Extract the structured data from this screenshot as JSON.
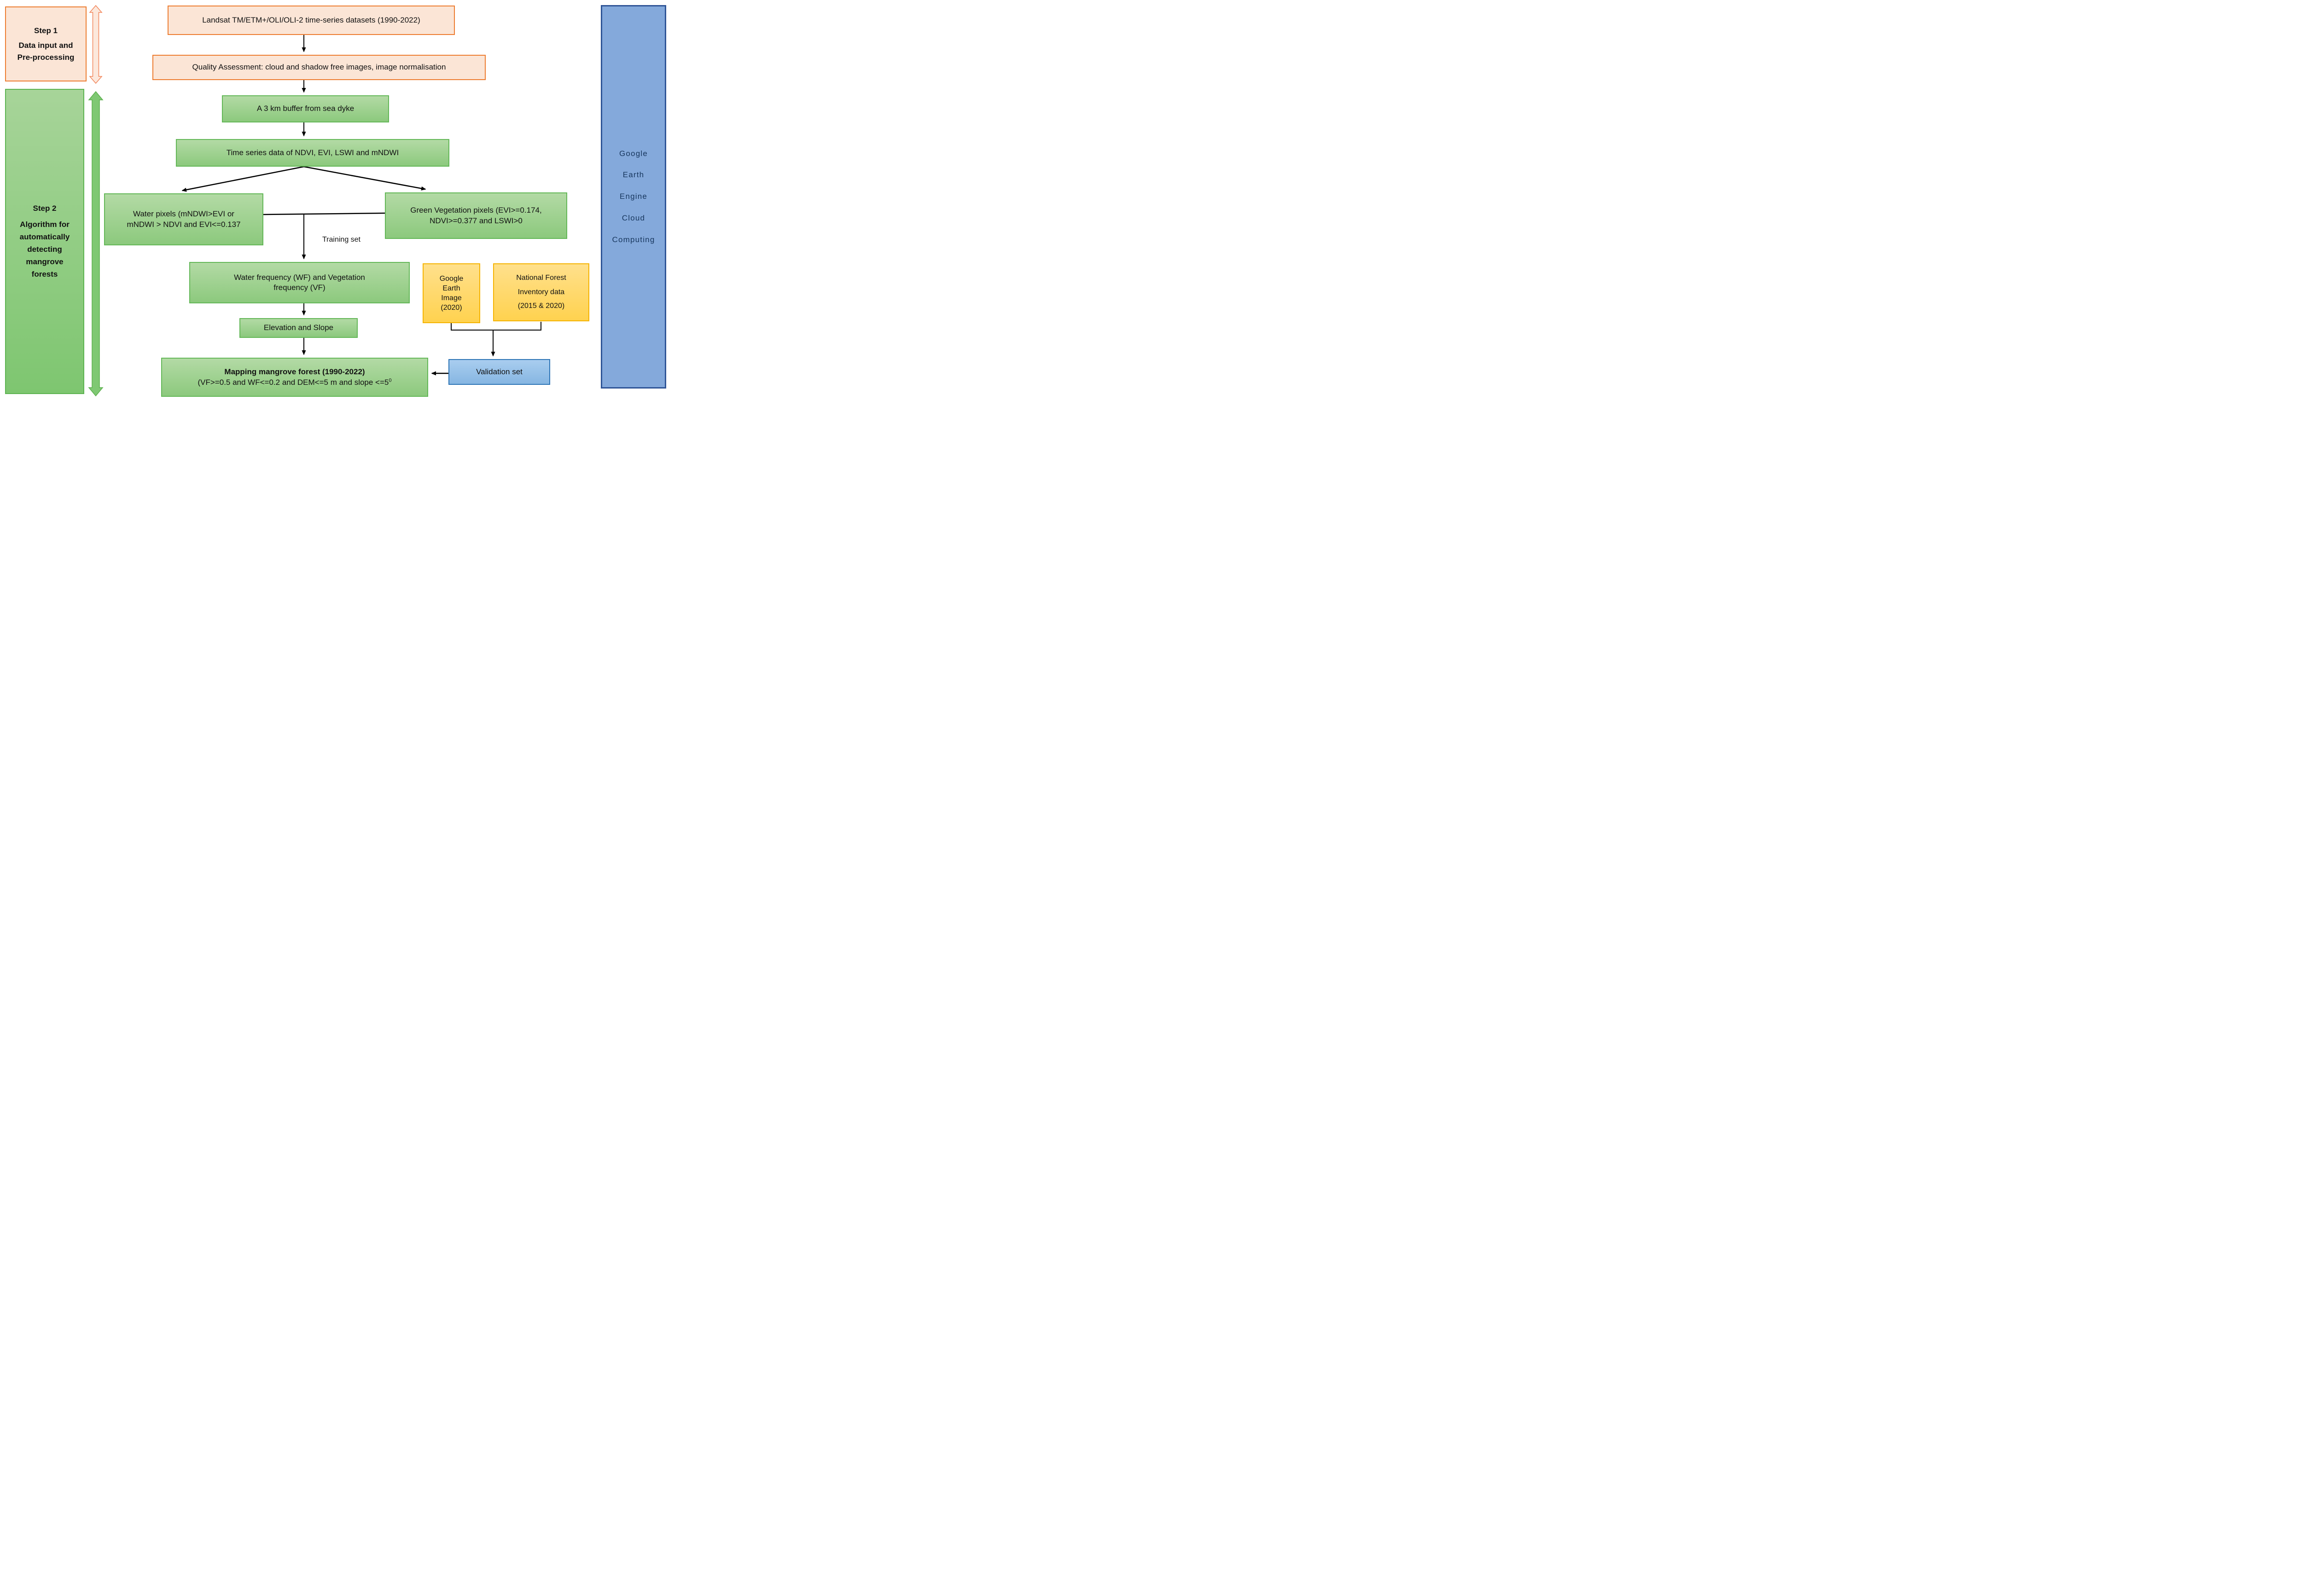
{
  "diagram_title": "Mangrove forest mapping workflow",
  "colors": {
    "orange_fill": "#FBE5D6",
    "orange_border": "#ED7D31",
    "green_fill_top": "#B3DAA5",
    "green_fill_bottom": "#8CC97D",
    "green_border": "#63B757",
    "yellow_fill": "#FFD966",
    "yellow_border": "#FFC000",
    "validation_fill": "#9DC3E6",
    "validation_border": "#2E75B6",
    "gee_fill": "#84A9DB",
    "gee_border": "#2F5597",
    "gee_text": "#17365D",
    "connector": "#000000"
  },
  "sidebars": {
    "step1": {
      "lines": [
        "Step 1",
        "Data input and",
        "Pre-processing"
      ]
    },
    "step2": {
      "lines": [
        "Step 2",
        "Algorithm for",
        "automatically",
        "detecting",
        "mangrove",
        "forests"
      ]
    },
    "gee": {
      "lines": [
        "Google",
        "Earth",
        "Engine",
        "Cloud",
        "Computing"
      ]
    }
  },
  "flow": {
    "landsat": "Landsat TM/ETM+/OLI/OLI-2 time-series datasets (1990-2022)",
    "quality": "Quality Assessment: cloud and shadow free images, image normalisation",
    "buffer": "A 3 km buffer from sea dyke",
    "timeseries": "Time series data of NDVI, EVI, LSWI and mNDWI",
    "water": {
      "lines": [
        "Water pixels (mNDWI>EVI or",
        "mNDWI > NDVI and EVI<=0.137"
      ]
    },
    "greenveg": {
      "lines": [
        "Green Vegetation pixels (EVI>=0.174,",
        "NDVI>=0.377 and LSWI>0"
      ]
    },
    "training_label": "Training set",
    "wf": {
      "lines": [
        "Water frequency (WF) and Vegetation",
        "frequency (VF)"
      ]
    },
    "elevation": "Elevation and Slope",
    "mapping": {
      "line1": "Mapping mangrove forest (1990-2022)",
      "line2": "(VF>=0.5 and WF<=0.2 and DEM<=5 m and slope <=5",
      "line2_sup": "0"
    },
    "validation": "Validation set",
    "ge_image": {
      "lines": [
        "Google",
        "Earth",
        "Image",
        "(2020)"
      ]
    },
    "nfi": {
      "lines": [
        "National Forest",
        "Inventory data",
        "(2015 & 2020)"
      ]
    }
  }
}
